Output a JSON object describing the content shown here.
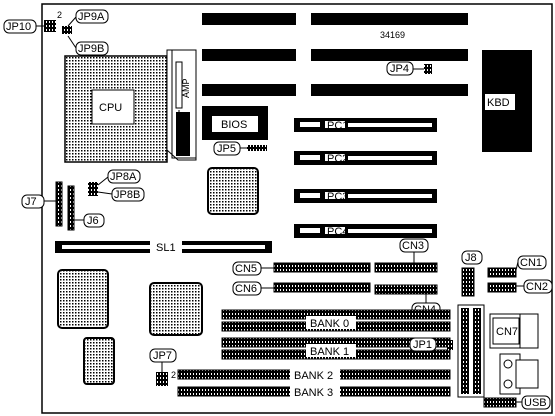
{
  "board": {
    "model_number": "34169",
    "labels": {
      "jp10": "JP10",
      "jp10_pin": "2",
      "jp9a": "JP9A",
      "jp9b": "JP9B",
      "cpu": "CPU",
      "amp": "AMP",
      "bios": "BIOS",
      "jp5": "JP5",
      "jp4": "JP4",
      "kbd": "KBD",
      "pc1": "PC1",
      "pc2": "PC2",
      "pc3": "PC3",
      "pc4": "PC4",
      "jp8a": "JP8A",
      "jp8b": "JP8B",
      "j7": "J7",
      "j6": "J6",
      "sl1": "SL1",
      "cn3": "CN3",
      "cn5": "CN5",
      "cn6": "CN6",
      "cn4": "CN4",
      "j8": "J8",
      "cn1": "CN1",
      "cn2": "CN2",
      "cn7": "CN7",
      "bank0": "BANK 0",
      "bank1": "BANK 1",
      "bank2": "BANK 2",
      "bank3": "BANK 3",
      "jp1": "JP1",
      "jp7": "JP7",
      "jp7_pin": "2",
      "usb": "USB"
    }
  }
}
